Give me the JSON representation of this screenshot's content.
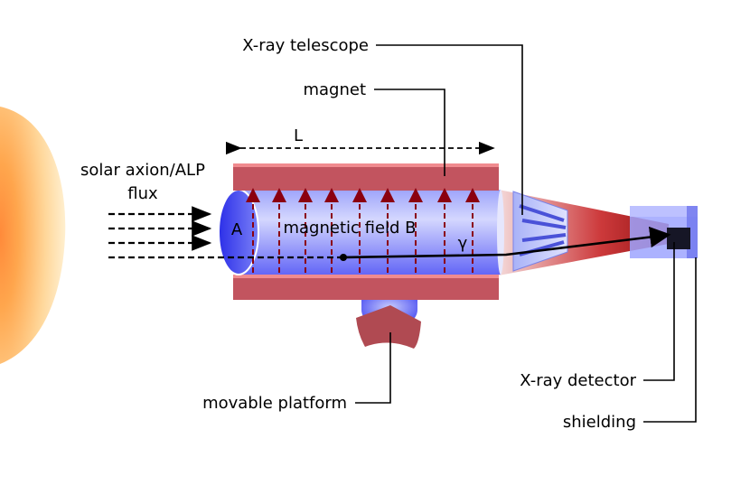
{
  "labels": {
    "telescope": "X-ray telescope",
    "magnet": "magnet",
    "length": "L",
    "flux_line1": "solar axion/ALP",
    "flux_line2": "flux",
    "aperture": "A",
    "field": "magnetic field B",
    "photon": "γ",
    "detector": "X-ray detector",
    "shielding": "shielding",
    "platform": "movable platform"
  },
  "colors": {
    "sun_core": "#ffa64d",
    "sun_edge": "#ffe9b8",
    "magnet_pole": "#c2545f",
    "magnet_pole_light": "#f08b8f",
    "bore_light": "#c9cdfd",
    "bore_dark": "#3d3ff2",
    "field_arrow": "#8b0010",
    "cone_dark": "#b00000",
    "detector_box": "#8f97ff",
    "detector_core": "#1a1a2a"
  },
  "icons": {
    "sun": "sun-glow",
    "field_lines": "dashed-up-arrows",
    "incoming_flux": "dashed-right-arrows"
  }
}
